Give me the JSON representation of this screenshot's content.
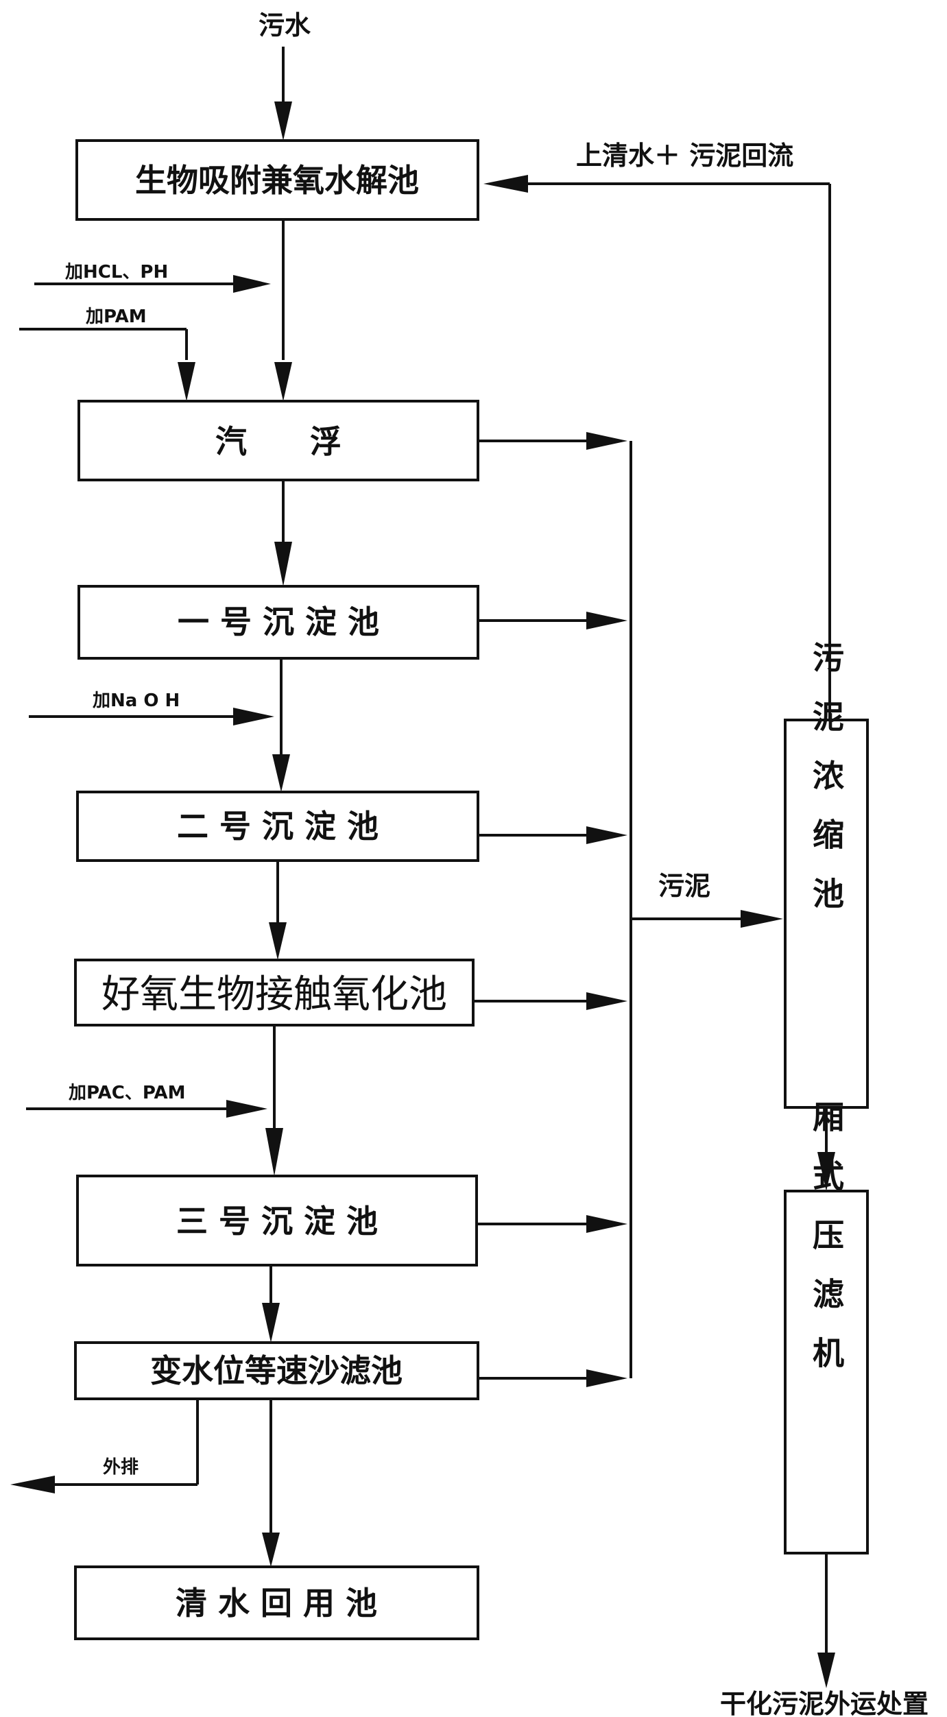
{
  "diagram": {
    "nodes": {
      "input": "污水",
      "bio_tank": "生物吸附兼氧水解池",
      "air_float": "汽　　浮",
      "settle1": "一 号 沉 淀 池",
      "settle2": "二 号 沉 淀 池",
      "aerobic": "好氧生物接触氧化池",
      "settle3": "三 号 沉 淀 池",
      "sand_filter": "变水位等速沙滤池",
      "reuse_tank": "清 水 回 用 池",
      "thickener": "污泥浓缩池",
      "press": "厢式压滤机",
      "output": "干化污泥外运处置"
    },
    "labels": {
      "return_flow": "上清水＋ 污泥回流",
      "add_hcl": "加HCL、PH",
      "add_pam": "加PAM",
      "add_naoh": "加Na O H",
      "add_pac": "加PAC、PAM",
      "sludge": "污泥",
      "discharge": "外排"
    }
  }
}
